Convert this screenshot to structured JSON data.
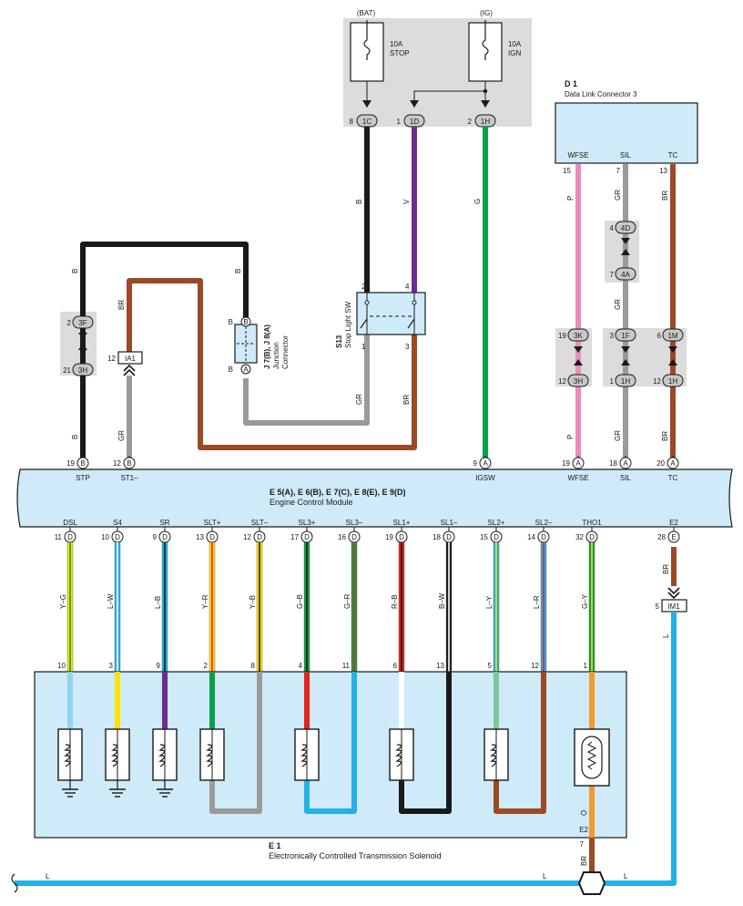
{
  "fuses": [
    {
      "supply": "(BAT)",
      "rating": "10A",
      "name": "STOP"
    },
    {
      "supply": "(IG)",
      "rating": "10A",
      "name": "IGN"
    }
  ],
  "fuse_connectors": [
    {
      "pin": "8",
      "code": "1C"
    },
    {
      "pin": "1",
      "code": "1D"
    },
    {
      "pin": "2",
      "code": "1H"
    }
  ],
  "stop_light_switch": {
    "code": "S13",
    "name": "Stop Light SW",
    "pins": [
      "2",
      "4",
      "1",
      "3"
    ]
  },
  "junction_connector": {
    "code": "J 7(B), J 8(A)",
    "name1": "Junction",
    "name2": "Connector",
    "pins": [
      "B",
      "B",
      "B",
      "A"
    ]
  },
  "dlc": {
    "code": "D 1",
    "name": "Data Link Connector 3",
    "terminals": [
      "WFSE",
      "SIL",
      "TC"
    ],
    "pins": [
      "15",
      "7",
      "13"
    ]
  },
  "ecm": {
    "code": "E 5(A), E 6(B), E 7(C), E 8(E), E 9(D)",
    "name": "Engine Control Module"
  },
  "ecm_top_terminals": [
    {
      "label": "STP",
      "pin": "19",
      "conn": "B"
    },
    {
      "label": "ST1–",
      "pin": "12",
      "conn": "B"
    },
    {
      "label": "IGSW",
      "pin": "9",
      "conn": "A"
    },
    {
      "label": "WFSE",
      "pin": "19",
      "conn": "A"
    },
    {
      "label": "SIL",
      "pin": "18",
      "conn": "A"
    },
    {
      "label": "TC",
      "pin": "20",
      "conn": "A"
    }
  ],
  "ecm_bottom_terminals": [
    {
      "label": "DSL",
      "pin": "11",
      "conn": "D",
      "wire": "Y–G",
      "spin": "10",
      "slabel": "DSL",
      "scolor": "SB"
    },
    {
      "label": "S4",
      "pin": "10",
      "conn": "D",
      "wire": "L–W",
      "spin": "3",
      "slabel": "S4",
      "scolor": "Y"
    },
    {
      "label": "SR",
      "pin": "9",
      "conn": "D",
      "wire": "L–B",
      "spin": "9",
      "slabel": "SR",
      "scolor": "V"
    },
    {
      "label": "SLT+",
      "pin": "13",
      "conn": "D",
      "wire": "Y–R",
      "spin": "2",
      "slabel": "SLT+",
      "scolor": "G"
    },
    {
      "label": "SLT–",
      "pin": "12",
      "conn": "D",
      "wire": "Y–B",
      "spin": "8",
      "slabel": "SLT–",
      "scolor": "GR"
    },
    {
      "label": "SL3+",
      "pin": "17",
      "conn": "D",
      "wire": "G–B",
      "spin": "4",
      "slabel": "SL3+",
      "scolor": "R"
    },
    {
      "label": "SL3–",
      "pin": "16",
      "conn": "D",
      "wire": "G–R",
      "spin": "11",
      "slabel": "SL3–",
      "scolor": "L"
    },
    {
      "label": "SL1+",
      "pin": "19",
      "conn": "D",
      "wire": "R–B",
      "spin": "6",
      "slabel": "SL1+",
      "scolor": "W"
    },
    {
      "label": "SL1–",
      "pin": "18",
      "conn": "D",
      "wire": "B–W",
      "spin": "13",
      "slabel": "SL1–",
      "scolor": "B"
    },
    {
      "label": "SL2+",
      "pin": "15",
      "conn": "D",
      "wire": "L–Y",
      "spin": "5",
      "slabel": "SL2+",
      "scolor": "LG"
    },
    {
      "label": "SL2–",
      "pin": "14",
      "conn": "D",
      "wire": "L–R",
      "spin": "12",
      "slabel": "SL2–",
      "scolor": "BR"
    },
    {
      "label": "THO1",
      "pin": "32",
      "conn": "D",
      "wire": "G–Y",
      "spin": "1",
      "slabel": "THO",
      "scolor": "O"
    },
    {
      "label": "E2",
      "pin": "28",
      "conn": "E",
      "wire": "BR"
    }
  ],
  "solenoid": {
    "code": "E 1",
    "name": "Electronically Controlled Transmission Solenoid",
    "e2_label": "E2",
    "e2_pin": "7",
    "o_label": "O"
  },
  "splice_connectors": [
    {
      "pin": "2",
      "code": "3F"
    },
    {
      "pin": "21",
      "code": "3H"
    },
    {
      "pin": "4",
      "code": "4D"
    },
    {
      "pin": "7",
      "code": "4A"
    },
    {
      "pin": "19",
      "code": "3K"
    },
    {
      "pin": "12",
      "code": "3H"
    },
    {
      "pin": "3",
      "code": "1F"
    },
    {
      "pin": "1",
      "code": "1H"
    },
    {
      "pin": "6",
      "code": "1M"
    },
    {
      "pin": "12",
      "code": "1H"
    }
  ],
  "inline_connectors": [
    {
      "pin": "12",
      "code": "IA1"
    },
    {
      "pin": "5",
      "code": "IM1"
    }
  ],
  "wire_labels": {
    "b": "B",
    "br": "BR",
    "gr": "GR",
    "v": "V",
    "g": "G",
    "p": "P",
    "l": "L"
  },
  "colors": {
    "panel": "#cfeaf8",
    "gray_box": "#dcdcdc",
    "black": "#1a1a1a",
    "brown": "#9b4a24",
    "gray": "#9a9a9a",
    "violet": "#6b2d91",
    "green": "#0aa04a",
    "pink": "#ee8abc",
    "sky": "#23b1e6",
    "yellow": "#ffe000",
    "red": "#e5231b",
    "white": "#ffffff",
    "light_green": "#7dc79a",
    "light_blue": "#93d3ef",
    "orange": "#f39a2a"
  }
}
